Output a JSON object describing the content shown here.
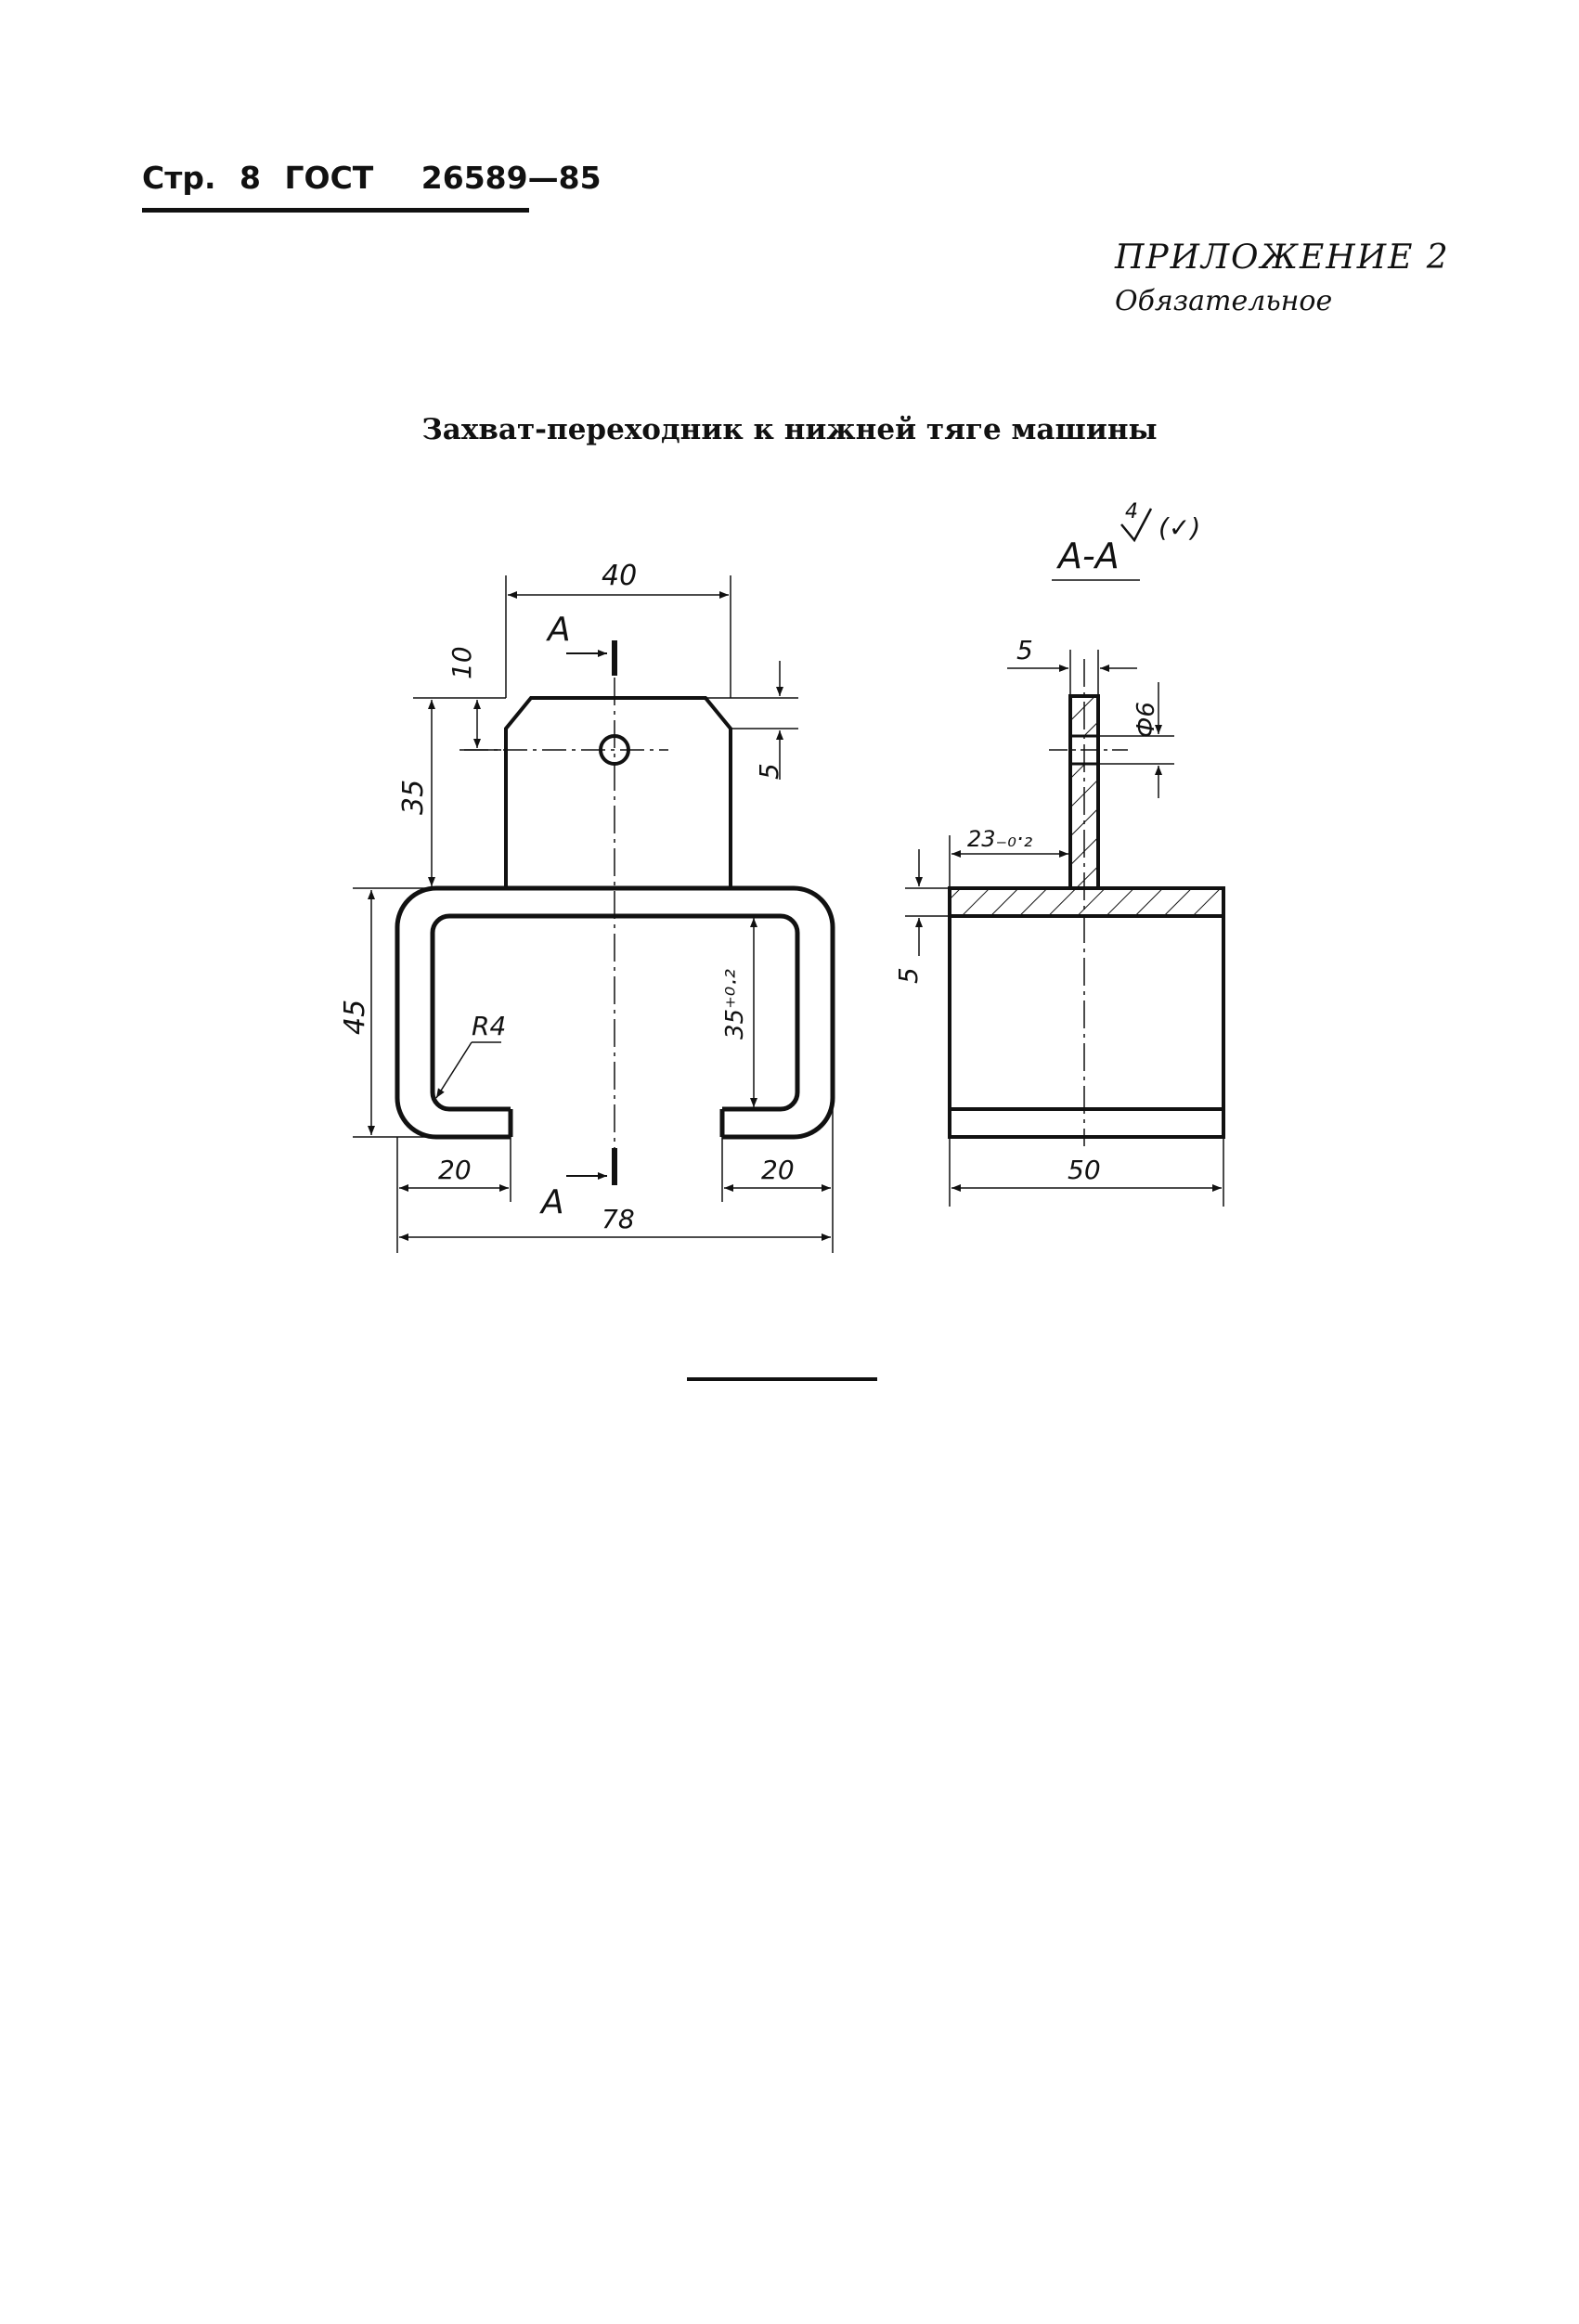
{
  "header": {
    "page_label": "Стр.",
    "page_number": "8",
    "standard": "ГОСТ",
    "standard_number": "26589—85"
  },
  "appendix": {
    "title": "ПРИЛОЖЕНИЕ 2",
    "status": "Обязательное"
  },
  "drawing": {
    "title": "Захват-переходник к нижней тяге машины",
    "section_label": "А-А",
    "section_mark": "А",
    "roughness_value": "4",
    "roughness_note": "(✓)",
    "front_view": {
      "dim_top_width": "40",
      "dim_hole_offset": "10",
      "dim_tab_height": "35",
      "dim_chamfer": "5",
      "dim_body_height": "45",
      "dim_inner_height": "35⁺⁰·²",
      "dim_radius": "R4",
      "dim_left_lip": "20",
      "dim_right_lip": "20",
      "dim_overall_width": "78"
    },
    "section_view": {
      "dim_tab_thickness": "5",
      "dim_hole_diameter": "Ф6",
      "dim_tab_position": "23₋₀·₂",
      "dim_wall_thickness": "5",
      "dim_depth": "50"
    }
  },
  "colors": {
    "ink": "#111111",
    "paper": "#ffffff"
  }
}
